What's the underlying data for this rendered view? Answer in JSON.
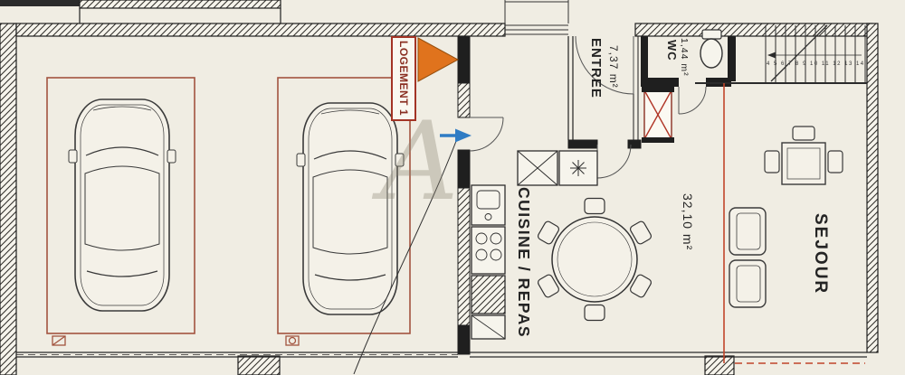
{
  "unit": {
    "label": "LOGEMENT 1"
  },
  "rooms": [
    {
      "name": "ENTREE",
      "area": "7,37 m²"
    },
    {
      "name": "WC",
      "area": "1,44 m²"
    },
    {
      "name": "CUISINE / REPAS"
    },
    {
      "name": "SEJOUR",
      "area": "32,10 m²"
    }
  ],
  "stairs": {
    "step_numbers": "4 5 6 7 8 9 10 11 12 13 14"
  },
  "watermark": "A",
  "colors": {
    "paper": "#f0ede3",
    "ink": "#2a2a2a",
    "parking_outline": "#a2543f",
    "unit_label_red": "#8a2f22",
    "entrance_arrow_orange": "#e0731d",
    "door_arrow_blue": "#2f7cc4",
    "site_line_red": "#c0452a"
  }
}
